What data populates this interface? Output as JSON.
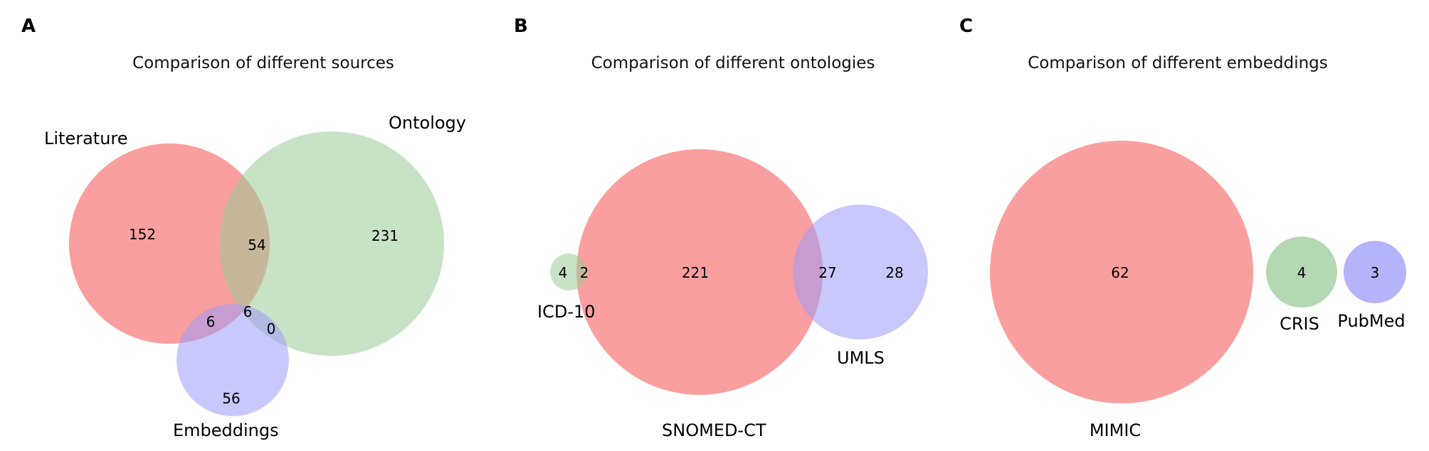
{
  "panels": [
    {
      "letter": "A",
      "title": "Comparison of different sources",
      "sets": [
        {
          "label": "Literature",
          "color": "#fa9a9a"
        },
        {
          "label": "Ontology",
          "color": "#9bcb98"
        },
        {
          "label": "Embeddings",
          "color": "#9c9bfa"
        }
      ],
      "regions": [
        {
          "sets": [
            "Literature"
          ],
          "count": "152"
        },
        {
          "sets": [
            "Literature",
            "Ontology"
          ],
          "count": "54"
        },
        {
          "sets": [
            "Ontology"
          ],
          "count": "231"
        },
        {
          "sets": [
            "Literature",
            "Embeddings"
          ],
          "count": "6"
        },
        {
          "sets": [
            "Literature",
            "Ontology",
            "Embeddings"
          ],
          "count": "6"
        },
        {
          "sets": [
            "Ontology",
            "Embeddings"
          ],
          "count": "0"
        },
        {
          "sets": [
            "Embeddings"
          ],
          "count": "56"
        }
      ]
    },
    {
      "letter": "B",
      "title": "Comparison of different ontologies",
      "sets": [
        {
          "label": "ICD-10",
          "color": "#9bcb98"
        },
        {
          "label": "SNOMED-CT",
          "color": "#fa9a9a"
        },
        {
          "label": "UMLS",
          "color": "#9c9bfa"
        }
      ],
      "regions": [
        {
          "sets": [
            "ICD-10"
          ],
          "count": "4"
        },
        {
          "sets": [
            "ICD-10",
            "SNOMED-CT"
          ],
          "count": "2"
        },
        {
          "sets": [
            "SNOMED-CT"
          ],
          "count": "221"
        },
        {
          "sets": [
            "SNOMED-CT",
            "UMLS"
          ],
          "count": "27"
        },
        {
          "sets": [
            "UMLS"
          ],
          "count": "28"
        }
      ]
    },
    {
      "letter": "C",
      "title": "Comparison of different embeddings",
      "sets": [
        {
          "label": "MIMIC",
          "color": "#fa9a9a"
        },
        {
          "label": "CRIS",
          "color": "#9bcb98"
        },
        {
          "label": "PubMed",
          "color": "#9c9bfa"
        }
      ],
      "regions": [
        {
          "sets": [
            "MIMIC"
          ],
          "count": "62"
        },
        {
          "sets": [
            "CRIS"
          ],
          "count": "4"
        },
        {
          "sets": [
            "PubMed"
          ],
          "count": "3"
        }
      ]
    }
  ]
}
